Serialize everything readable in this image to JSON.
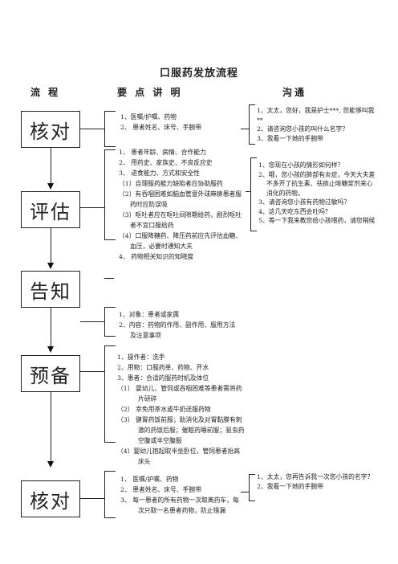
{
  "title": "口服药发放流程",
  "headers": {
    "flow": "流 程",
    "points": "要 点 讲 明",
    "comm": "沟通"
  },
  "stages": [
    {
      "label": "核对",
      "points": [
        "1、医嘱/护嘱、药物",
        "2、 患者姓名、床号、手腕带"
      ],
      "comm": [
        "1、太太，您好，我是护士***, 您能够叫我**",
        "2、请咨询您小孩的叫什么名字？",
        "3、我看一下她的手腕带"
      ]
    },
    {
      "label": "评估",
      "points": [
        "1、 患者年龄、病情、合作能力",
        "2、 用药史、家族史、不良反应史",
        "3、 进食能力、方式和安全性",
        "（1）自理服药能力缺陷者应协助服药",
        "（2）有吞咽困难如脑血管意外球麻痹患者服药时应防误吸",
        "（3）呕吐者应在呕吐间隙期给药，剧烈呕吐者不宜口服给药",
        "（4）口服降糖药、降压药前应先评估血糖、血压，必要时通知大夫",
        "4、 药物相关知识的知晓度"
      ],
      "comm": [
        "1、您现在小孩的情形如何样？",
        "2、哦，您小孩的肺部有炎症，今天大夫差不多开了抗生素、祛痰止咳糖浆剂来心消化的药物。",
        "3、请咨询您小孩有药物过敏吗？",
        "4、这几天吃东西会吐吗？",
        "5、等一下我来教您给小孩喂药，请您稍候"
      ]
    },
    {
      "label": "告知",
      "points": [
        "1、对象：患者或家属",
        "2、内容：药物的作用、副作用、服用方法及注意事项"
      ],
      "comm": []
    },
    {
      "label": "预备",
      "points": [
        "1、操作者：洗手",
        "2、用物：口服药单、药物、开水",
        "3、患者：合适的服药时机及体位",
        "（1） 婴幼儿、管饲或吞咽困难等患者需将药片研碎",
        "（2） 幸免用茶水或牛奶送服药物",
        "（3） 健胃药饭前服；助消化及对胃黏膜有刺激的药饭后服；催眠药睡前服；驱虫药空腹或半空腹服",
        "（4）婴幼儿抱起取半坐卧位，管饲患者抬高床头"
      ],
      "comm": []
    },
    {
      "label": "核对",
      "points": [
        "1、 医嘱/护嘱、药物",
        "2、 患者姓名、床号、手腕带",
        "3、 每一患者的所有药物一次取离药车，每次只取一名患者药物，防止错漏"
      ],
      "comm": [
        "1、太太，您再告诉我一次您小孩的名字？",
        "2、我看一下她的手腕带"
      ]
    }
  ]
}
